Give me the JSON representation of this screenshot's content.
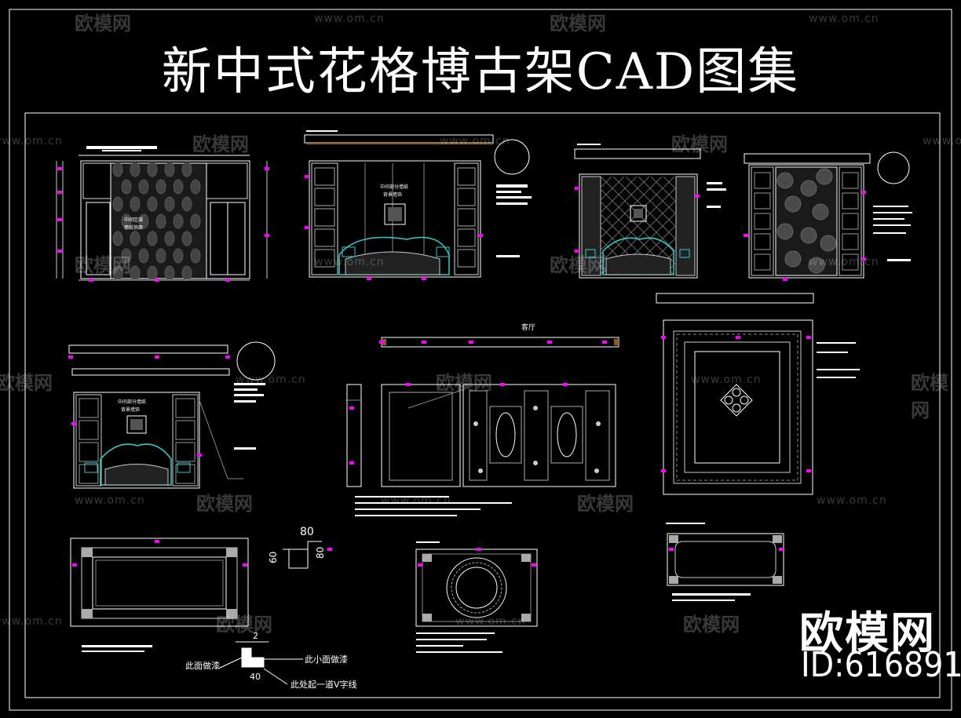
{
  "title": "新中式花格博古架CAD图集",
  "watermark": {
    "brand": "欧模网",
    "url": "www.om.cn"
  },
  "logo": {
    "brand": "欧模网",
    "id": "ID:616891"
  },
  "labels": {
    "dim_80": "80",
    "dim_60": "60",
    "dim_80b": "80",
    "dim_2": "2",
    "dim_40": "40",
    "note_paint_face": "此面做漆",
    "note_small_face": "此小面做漆",
    "note_v_line": "此处起一道V字线",
    "living_room": "客厅"
  },
  "colors": {
    "background": "#000000",
    "line": "#ffffff",
    "accent": "#ff00ff",
    "furniture": "#33cccc",
    "wood": "#8b5a2b"
  }
}
